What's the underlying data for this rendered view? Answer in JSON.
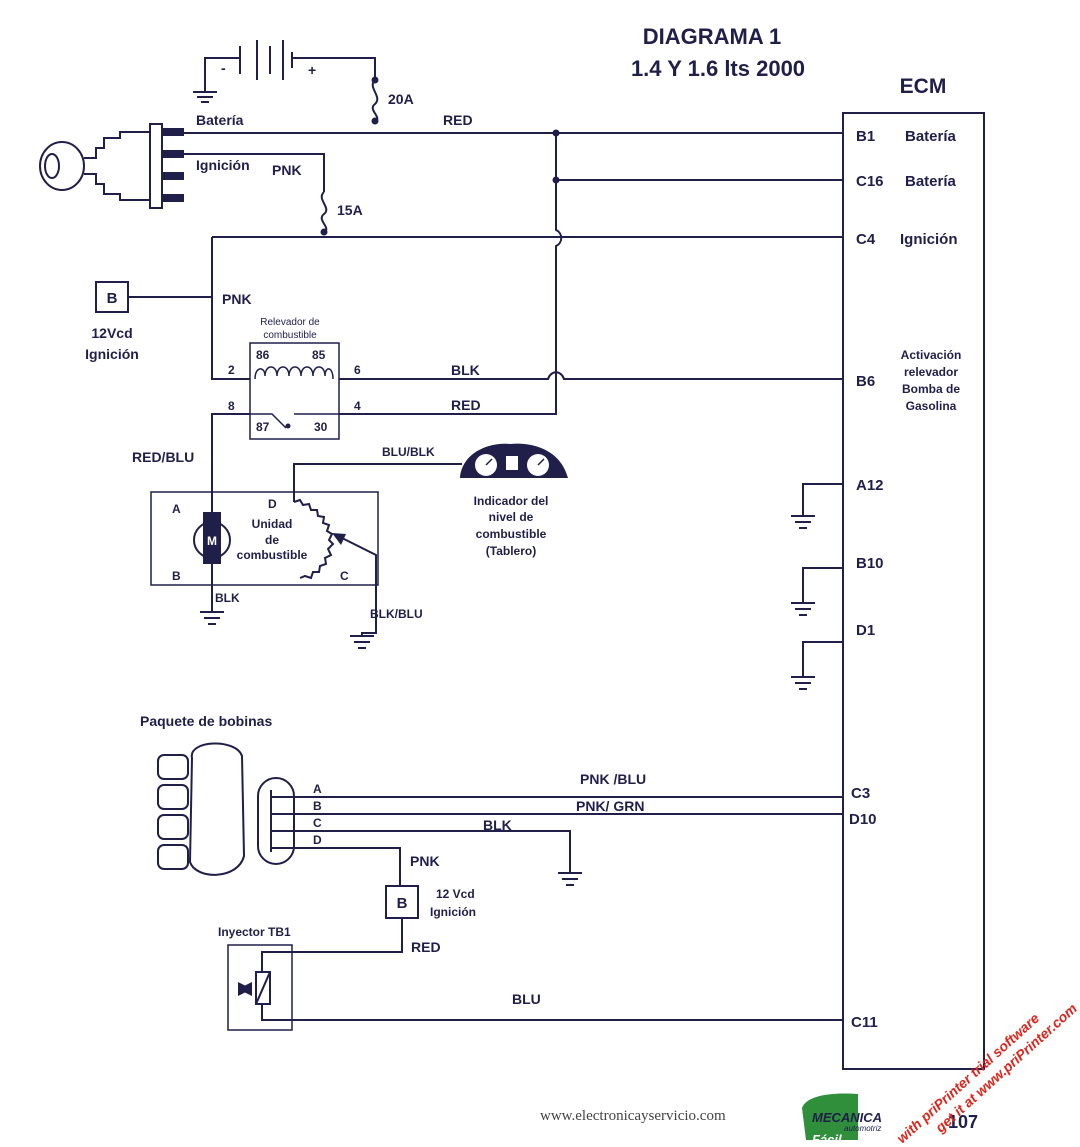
{
  "title": {
    "line1": "DIAGRAMA 1",
    "line2": "1.4 Y 1.6 lts 2000"
  },
  "ecm": {
    "label": "ECM",
    "pins": [
      {
        "pin": "B1",
        "desc": "Batería"
      },
      {
        "pin": "C16",
        "desc": "Batería"
      },
      {
        "pin": "C4",
        "desc": "Ignición"
      },
      {
        "pin": "B6",
        "desc_lines": [
          "Activación",
          "relevador",
          "Bomba de",
          "Gasolina"
        ]
      },
      {
        "pin": "A12"
      },
      {
        "pin": "B10"
      },
      {
        "pin": "D1"
      },
      {
        "pin": "C3"
      },
      {
        "pin": "D10"
      },
      {
        "pin": "C11"
      }
    ]
  },
  "battery": {
    "label": "Batería",
    "minus": "-",
    "plus": "+"
  },
  "ignition": {
    "label": "Ignición"
  },
  "fuses": {
    "f20": "20A",
    "f15": "15A"
  },
  "wires": {
    "red": "RED",
    "pnk": "PNK",
    "blk": "BLK",
    "red_blu": "RED/BLU",
    "blu_blk": "BLU/BLK",
    "blk_blu": "BLK/BLU",
    "pnk_blu": "PNK /BLU",
    "pnk_grn": "PNK/ GRN",
    "blu": "BLU"
  },
  "ignition_source": {
    "box": "B",
    "line1": "12Vcd",
    "line2": "Ignición"
  },
  "relay": {
    "title_line1": "Relevador de",
    "title_line2": "combustible",
    "t86": "86",
    "t85": "85",
    "t87": "87",
    "t30": "30",
    "p2": "2",
    "p6": "6",
    "p8": "8",
    "p4": "4"
  },
  "fuel_unit": {
    "A": "A",
    "B": "B",
    "C": "C",
    "D": "D",
    "motor": "M",
    "line1": "Unidad",
    "line2": "de",
    "line3": "combustible"
  },
  "gauge": {
    "line1": "Indicador del",
    "line2": "nivel de",
    "line3": "combustible",
    "line4": "(Tablero)"
  },
  "coil_pack": {
    "label": "Paquete de bobinas",
    "pins": [
      "A",
      "B",
      "C",
      "D"
    ]
  },
  "injector_supply": {
    "box": "B",
    "line1": "12 Vcd",
    "line2": "Ignición"
  },
  "injector": {
    "label": "Inyector TB1"
  },
  "footer": {
    "url": "www.electronicayservicio.com",
    "logo_line1": "MECANICA",
    "logo_line2": "automotriz",
    "logo_line3": "Fácil",
    "page": "107"
  },
  "watermark": {
    "line1": "with priPrinter trial software",
    "line2": "get it at www.priPrinter.com"
  },
  "colors": {
    "ink": "#1f1f4a",
    "logo_green": "#2f8f3a",
    "watermark": "#e0241b"
  }
}
